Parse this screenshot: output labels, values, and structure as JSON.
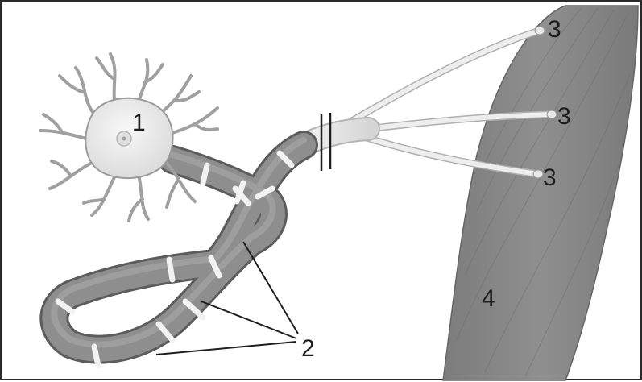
{
  "labels": {
    "cell_body": "1",
    "myelin_sheath": "2",
    "axon_terminal_1": "3",
    "axon_terminal_2": "3",
    "axon_terminal_3": "3",
    "muscle": "4"
  },
  "colors": {
    "background": "#ffffff",
    "frame": "#2a2a2a",
    "cell_body_fill": "#ededed",
    "dendrite_stroke": "#9a9a9a",
    "axon_dark": "#707070",
    "axon_light": "#9c9c9c",
    "node_ring": "#f2f2f2",
    "terminal_fill": "#e6e6e6",
    "muscle_fill": "#8a8a8a",
    "leader_line": "#1e1e1e"
  }
}
